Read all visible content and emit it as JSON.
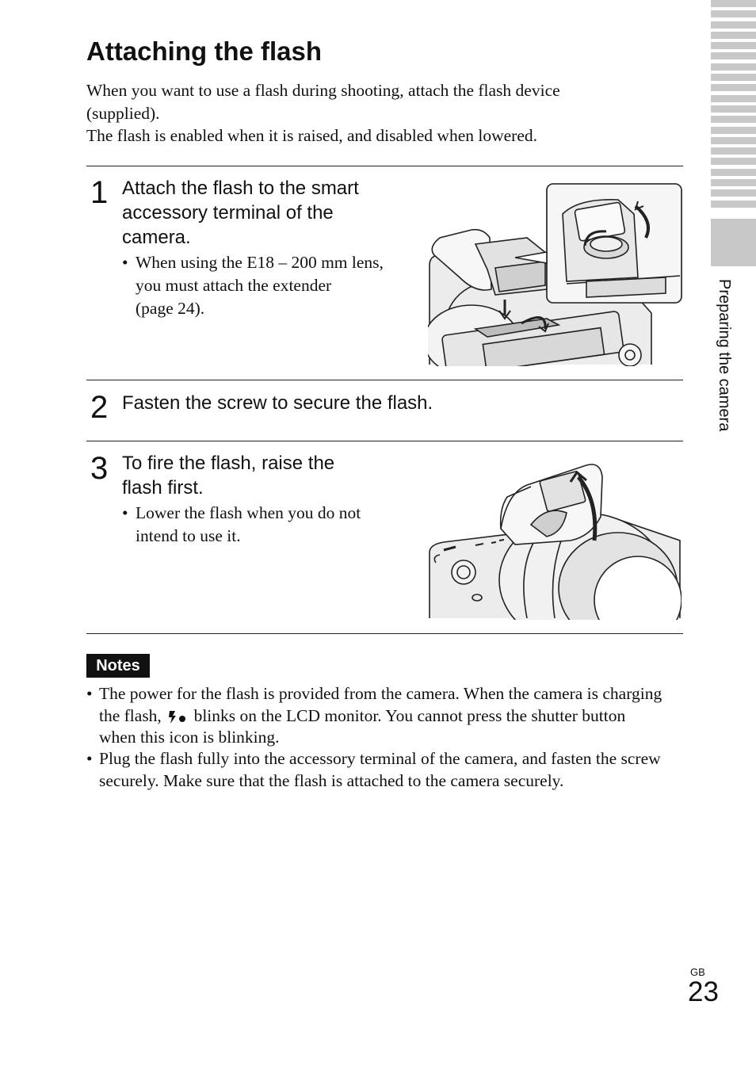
{
  "title": "Attaching the flash",
  "intro": {
    "line1": "When you want to use a flash during shooting, attach the flash device",
    "line2": "(supplied).",
    "line3": "The flash is enabled when it is raised, and disabled when lowered."
  },
  "steps": [
    {
      "number": "1",
      "lines": [
        "Attach the flash to the smart",
        "accessory terminal of the",
        "camera."
      ],
      "bullet_lines": [
        "When using the E18 – 200 mm lens,",
        "you must attach the extender",
        "(page 24)."
      ]
    },
    {
      "number": "2",
      "lines": [
        "Fasten the screw to secure the flash."
      ]
    },
    {
      "number": "3",
      "lines": [
        "To fire the flash, raise the",
        "flash first."
      ],
      "bullet_lines": [
        "Lower the flash when you do not",
        "intend to use it."
      ]
    }
  ],
  "notes": {
    "badge": "Notes",
    "items": [
      {
        "line1": "The power for the flash is provided from the camera. When the camera is charging",
        "line2_before": "the flash,",
        "line2_after": "blinks on the LCD monitor. You cannot press the shutter button",
        "line3": "when this icon is blinking."
      },
      {
        "line1": "Plug the flash fully into the accessory terminal of the camera, and fasten the screw",
        "line2": "securely. Make sure that the flash is attached to the camera securely."
      }
    ]
  },
  "bullet_char": "•",
  "side_label": "Preparing the camera",
  "region_code": "GB",
  "page_number": "23",
  "icons": {
    "flash_charging": "flash-charging-icon"
  }
}
